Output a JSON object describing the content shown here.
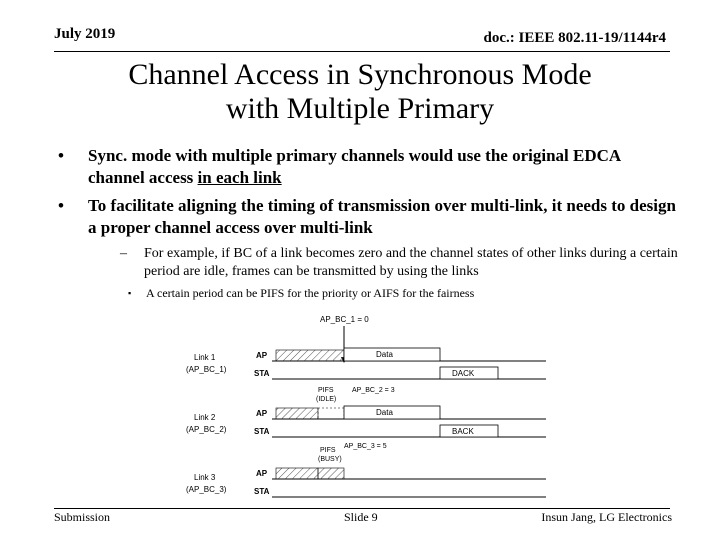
{
  "header": {
    "date": "July 2019",
    "doc_id": "doc.: IEEE 802.11-19/1144r4"
  },
  "title": {
    "line1": "Channel Access in Synchronous Mode",
    "line2": "with Multiple Primary"
  },
  "bullets": [
    {
      "text_before": "Sync. mode with multiple primary channels would use the original EDCA channel access ",
      "text_underlined": "in each link"
    },
    {
      "text": "To facilitate aligning the timing of transmission over multi-link, it needs to design a proper channel access over multi-link"
    }
  ],
  "sub_bullet": "For example, if BC of a link becomes zero and the channel states of other links during a certain period are idle, frames can be transmitted by using the links",
  "sub_sub_bullet": "A certain period can be PIFS for the priority or AIFS for the fairness",
  "diagram": {
    "top_label": "AP_BC_1 = 0",
    "links": [
      {
        "name": "Link 1",
        "bc": "(AP_BC_1)",
        "ap": "AP",
        "sta": "STA",
        "data": "Data",
        "ack": "DACK"
      },
      {
        "name": "Link 2",
        "bc": "(AP_BC_2)",
        "ap": "AP",
        "sta": "STA",
        "data": "Data",
        "ack": "BACK",
        "pifs": "PIFS",
        "state": "(IDLE)",
        "bc_note": "AP_BC_2 = 3"
      },
      {
        "name": "Link 3",
        "bc": "(AP_BC_3)",
        "ap": "AP",
        "sta": "STA",
        "pifs": "PIFS",
        "state": "(BUSY)",
        "bc_note": "AP_BC_3 = 5"
      }
    ]
  },
  "footer": {
    "left": "Submission",
    "center": "Slide 9",
    "right": "Insun Jang, LG Electronics"
  }
}
